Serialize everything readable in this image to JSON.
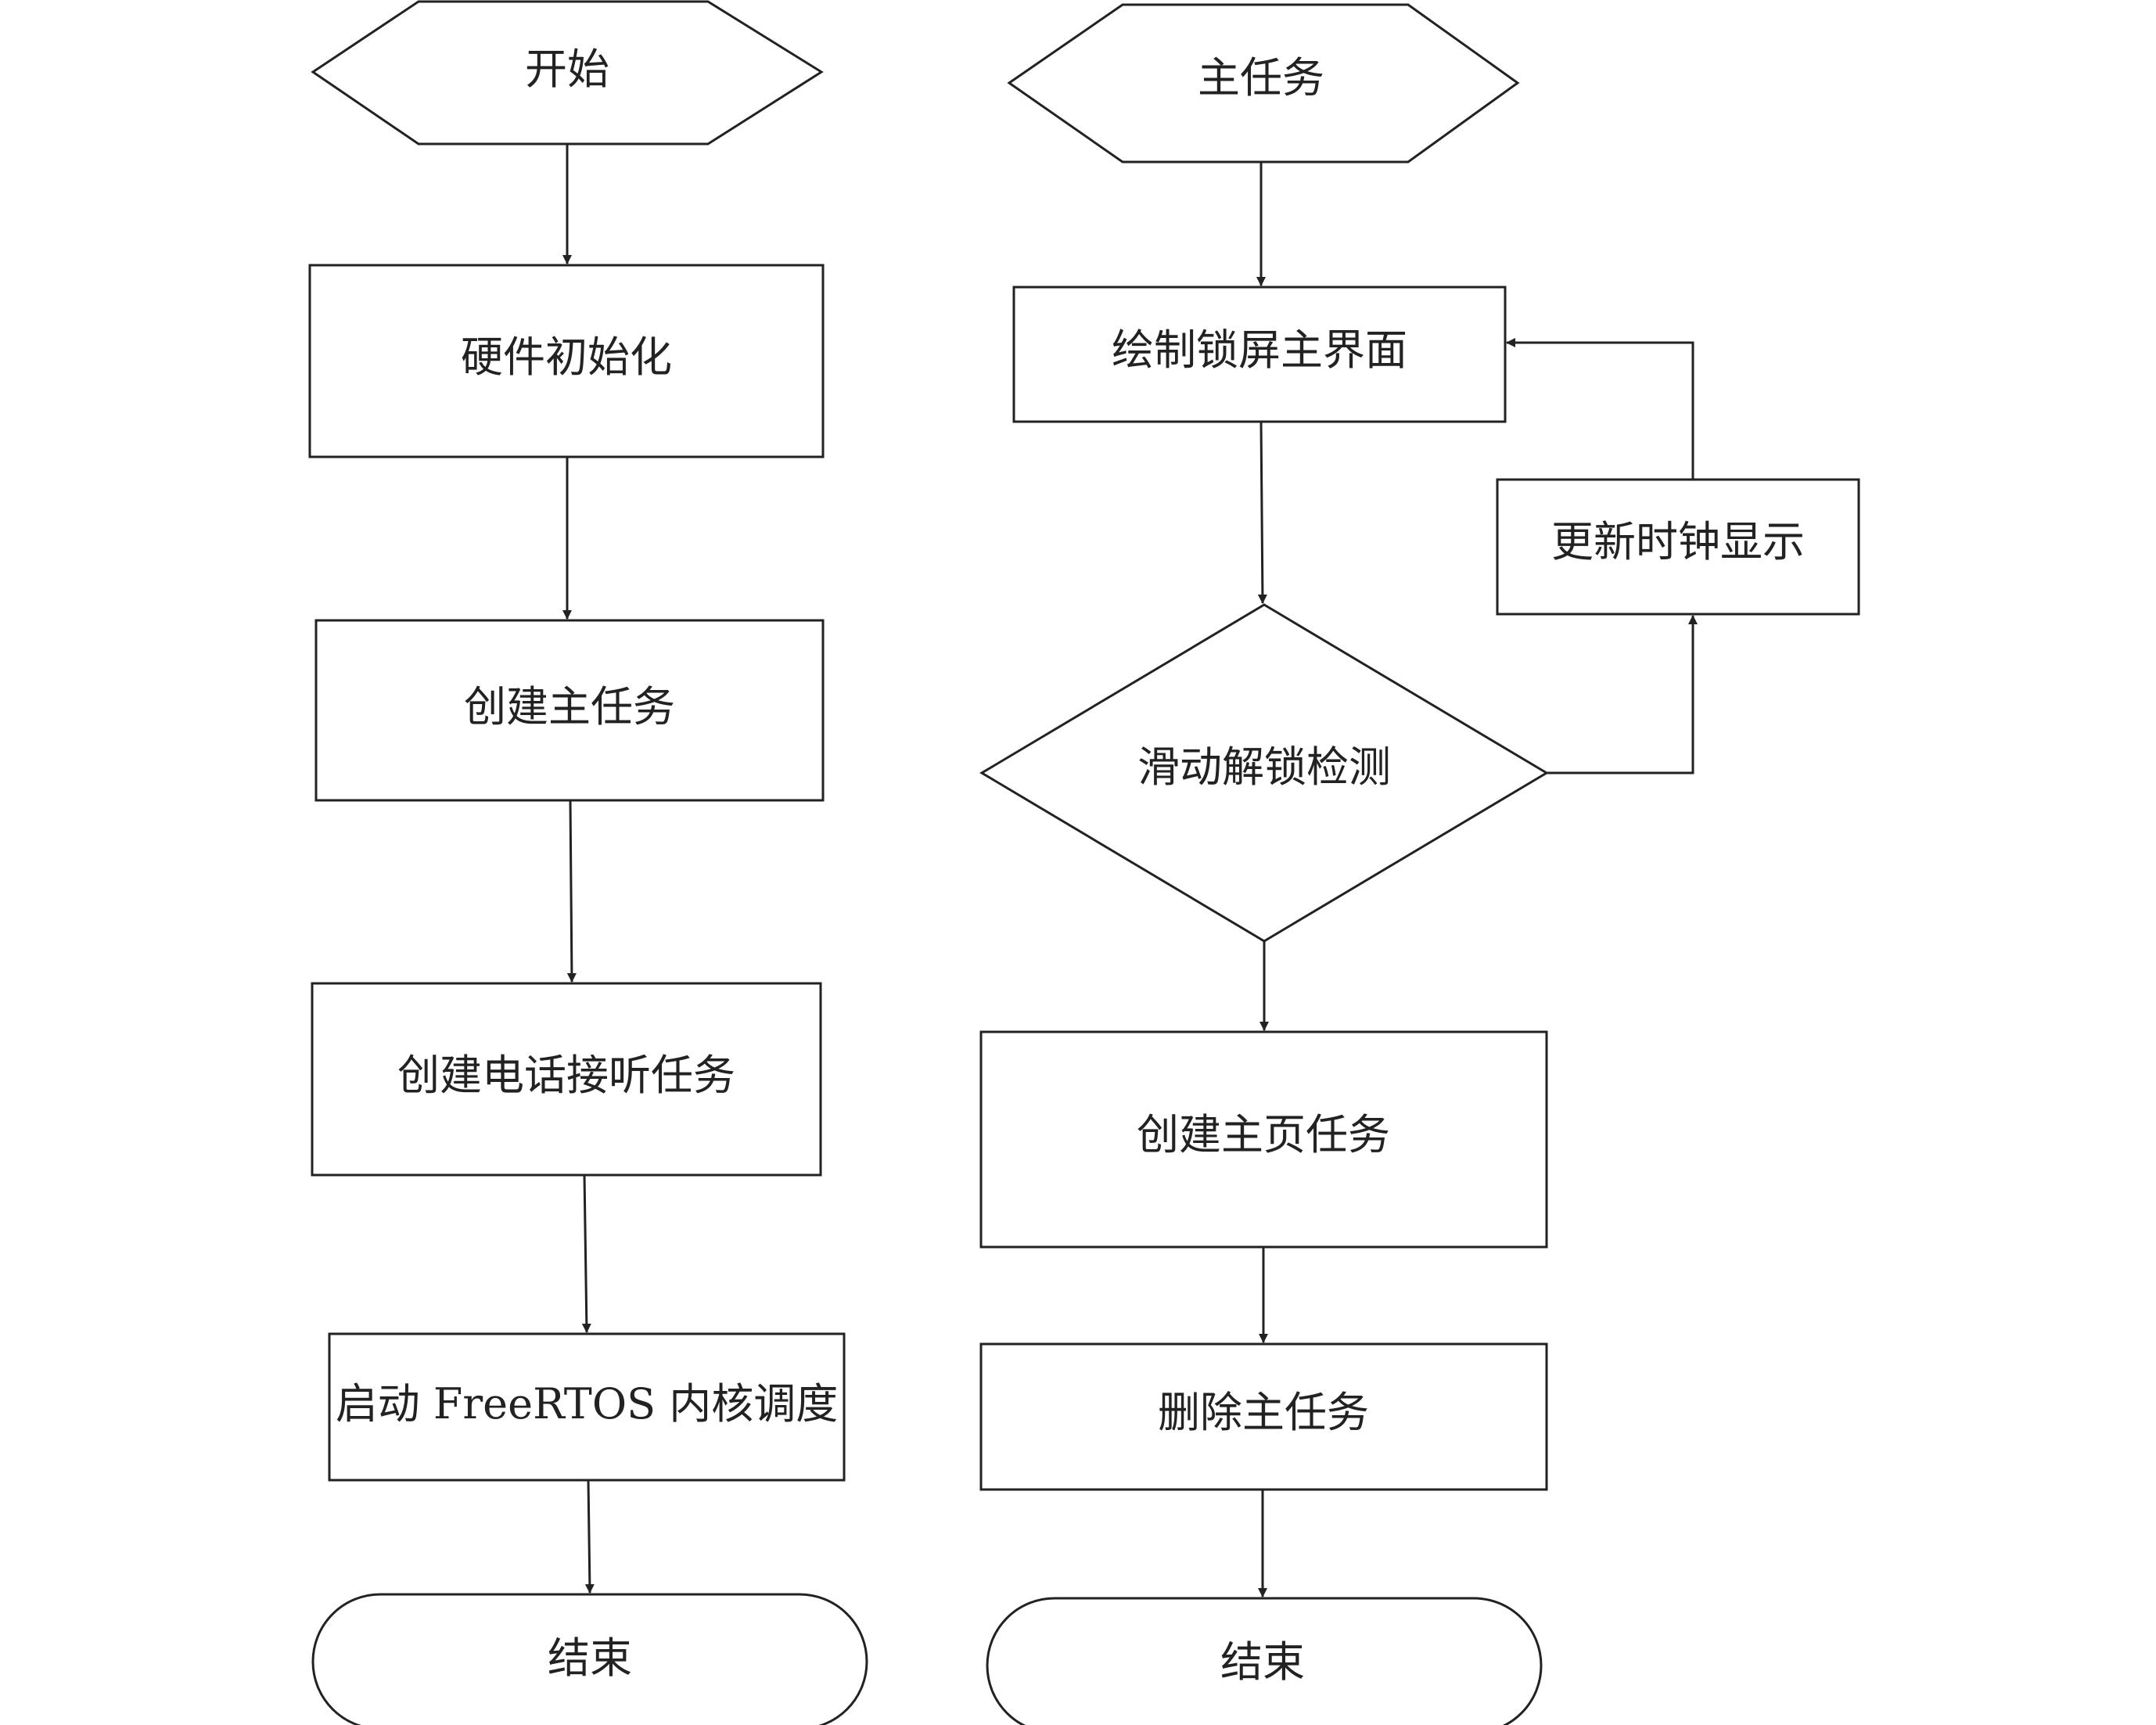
{
  "left_flow": {
    "start": "开始",
    "hw_init": "硬件初始化",
    "create_main_task": "创建主任务",
    "create_phone_task": "创建电话接听任务",
    "start_kernel": "启动 FreeRTOS 内核调度",
    "end": "结束"
  },
  "right_flow": {
    "main_task": "主任务",
    "draw_lock_screen": "绘制锁屏主界面",
    "update_clock": "更新时钟显示",
    "slide_unlock_check": "滑动解锁检测",
    "create_home_task": "创建主页任务",
    "delete_main_task": "删除主任务",
    "end": "结束"
  }
}
